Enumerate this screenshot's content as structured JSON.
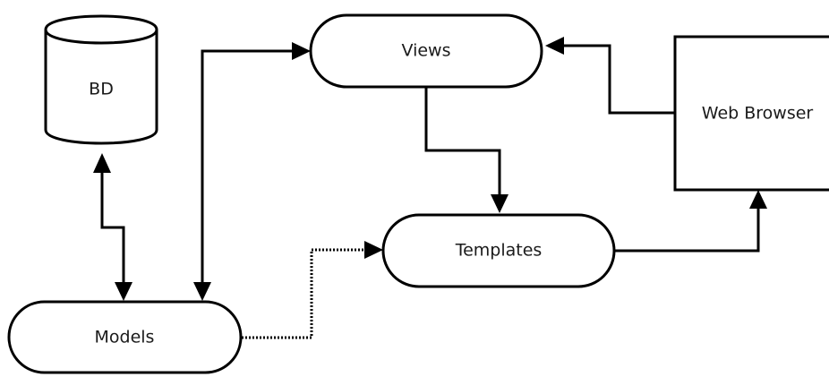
{
  "diagram": {
    "nodes": {
      "bd": {
        "label": "BD",
        "shape": "database-cylinder"
      },
      "views": {
        "label": "Views",
        "shape": "rounded-pill"
      },
      "templates": {
        "label": "Templates",
        "shape": "rounded-pill"
      },
      "models": {
        "label": "Models",
        "shape": "rounded-pill"
      },
      "web_browser": {
        "label": "Web Browser",
        "shape": "rectangle"
      }
    },
    "edges": [
      {
        "from": "bd",
        "to": "models",
        "style": "solid",
        "direction": "both"
      },
      {
        "from": "models",
        "to": "views",
        "style": "solid",
        "direction": "both"
      },
      {
        "from": "web_browser",
        "to": "views",
        "style": "solid",
        "direction": "forward"
      },
      {
        "from": "views",
        "to": "templates",
        "style": "solid",
        "direction": "forward"
      },
      {
        "from": "models",
        "to": "templates",
        "style": "dotted",
        "direction": "forward"
      },
      {
        "from": "templates",
        "to": "web_browser",
        "style": "solid",
        "direction": "forward"
      }
    ],
    "colors": {
      "stroke": "#000000",
      "fill": "#ffffff",
      "text": "#1a1a1a"
    }
  }
}
